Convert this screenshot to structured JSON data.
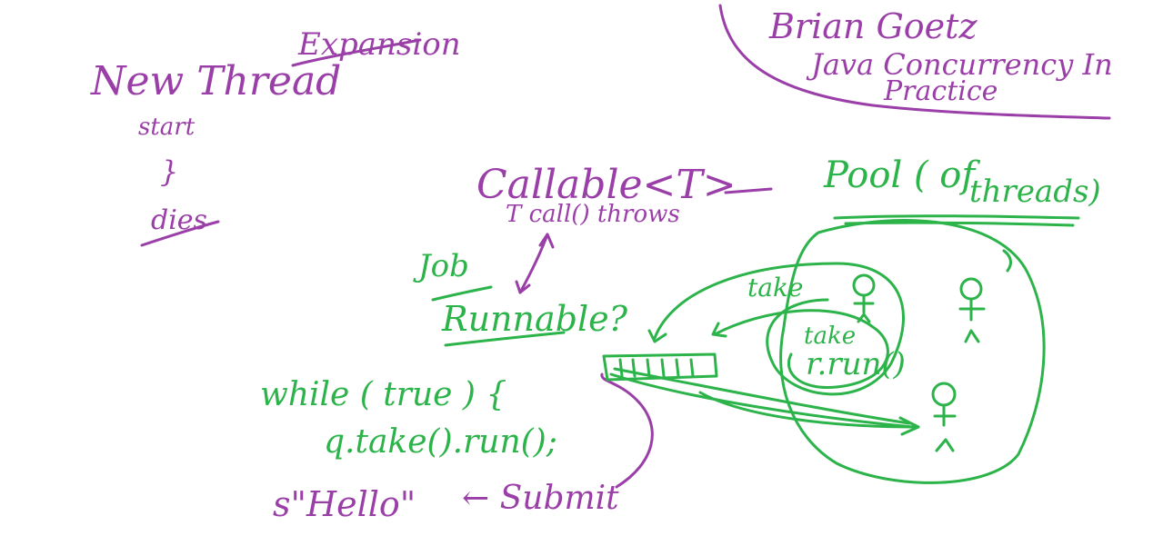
{
  "colors": {
    "purple": "#9b3fa8",
    "green": "#2cb34a",
    "background": "#ffffff"
  },
  "notes": {
    "new_thread": "New Thread",
    "expansion": "Expansion",
    "start": "start",
    "brace": "}",
    "dies": "dies",
    "brian_goetz": "Brian Goetz",
    "java_concurrency": "Java Concurrency In",
    "practice": "Practice",
    "callable": "Callable<T>",
    "call_signature": "T call() throws",
    "pool_of": "Pool ( of",
    "threads": "threads)",
    "job": "Job",
    "runnable": "Runnable?",
    "take_outer": "take",
    "take_inner": "take",
    "r_run": "r.run()",
    "while_true": "while ( true ) {",
    "take_run": "q.take().run();",
    "hello": "s\"Hello\"",
    "submit": "← Submit"
  }
}
